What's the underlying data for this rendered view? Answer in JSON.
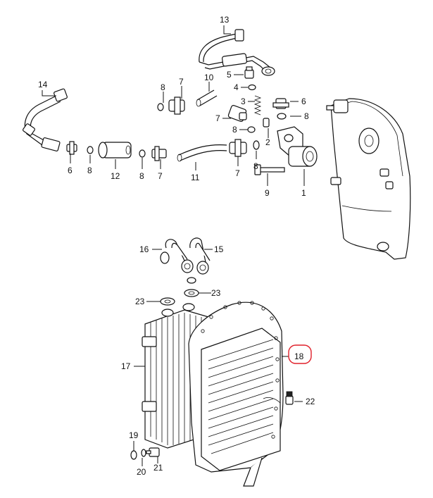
{
  "diagram": {
    "callouts": {
      "c1": "1",
      "c2": "2",
      "c3": "3",
      "c4": "4",
      "c5": "5",
      "c6a": "6",
      "c6b": "6",
      "c7a": "7",
      "c7b": "7",
      "c7c": "7",
      "c7d": "7",
      "c8a": "8",
      "c8b": "8",
      "c8c": "8",
      "c8d": "8",
      "c8e": "8",
      "c8f": "8",
      "c9": "9",
      "c10": "10",
      "c11": "11",
      "c12": "12",
      "c13": "13",
      "c14": "14",
      "c15": "15",
      "c16": "16",
      "c17": "17",
      "c18": "18",
      "c19": "19",
      "c20": "20",
      "c21": "21",
      "c22": "22",
      "c23a": "23",
      "c23b": "23"
    },
    "highlight": {
      "callout": "18",
      "color": "#e0202a"
    }
  }
}
